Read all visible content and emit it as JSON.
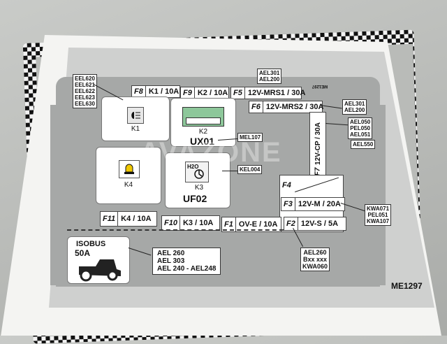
{
  "fuses": {
    "f8": {
      "id": "F8",
      "rating": "K1 / 10A"
    },
    "f9": {
      "id": "F9",
      "rating": "K2 / 10A"
    },
    "f5": {
      "id": "F5",
      "rating": "12V-MRS1 / 30A"
    },
    "f6": {
      "id": "F6",
      "rating": "12V-MRS2 / 30A"
    },
    "f7": {
      "id": "F7",
      "rating": "12V-CP / 30A"
    },
    "f4": {
      "id": "F4"
    },
    "f3": {
      "id": "F3",
      "rating": "12V-M / 20A"
    },
    "f2": {
      "id": "F2",
      "rating": "12V-S / 5A"
    },
    "f1": {
      "id": "F1",
      "rating": "OV-E / 10A"
    },
    "f10": {
      "id": "F10",
      "rating": "K3 / 10A"
    },
    "f11": {
      "id": "F11",
      "rating": "K4 / 10A"
    }
  },
  "relays": {
    "k1": "K1",
    "k2": "K2",
    "k3": "K3",
    "k4": "K4",
    "ux01": "UX01",
    "uf02": "UF02",
    "h2o": "H2O"
  },
  "tags": {
    "eel": [
      "EEL620",
      "EEL621",
      "EEL622",
      "EEL623",
      "EEL630"
    ],
    "ael301_200_top": [
      "AEL301",
      "AEL200"
    ],
    "ael301_200_right": [
      "AEL301",
      "AEL200"
    ],
    "ael050": [
      "AEL050",
      "PEL050",
      "AEL051"
    ],
    "ael550": "AEL550",
    "mel107": "MEL107",
    "kel004": "KEL004",
    "kwa071": [
      "KWA071",
      "PEL051",
      "KWA107"
    ],
    "ael260": [
      "AEL260",
      "Bxx xxx",
      "KWA060"
    ],
    "isobus_refs": [
      "AEL 260",
      "AEL 303",
      "AEL 240 - AEL248"
    ],
    "me1297_small": "ME1297"
  },
  "isobus": {
    "title": "ISOBUS",
    "rating": "50A"
  },
  "code": "ME1297",
  "watermark": "AVAZONE"
}
